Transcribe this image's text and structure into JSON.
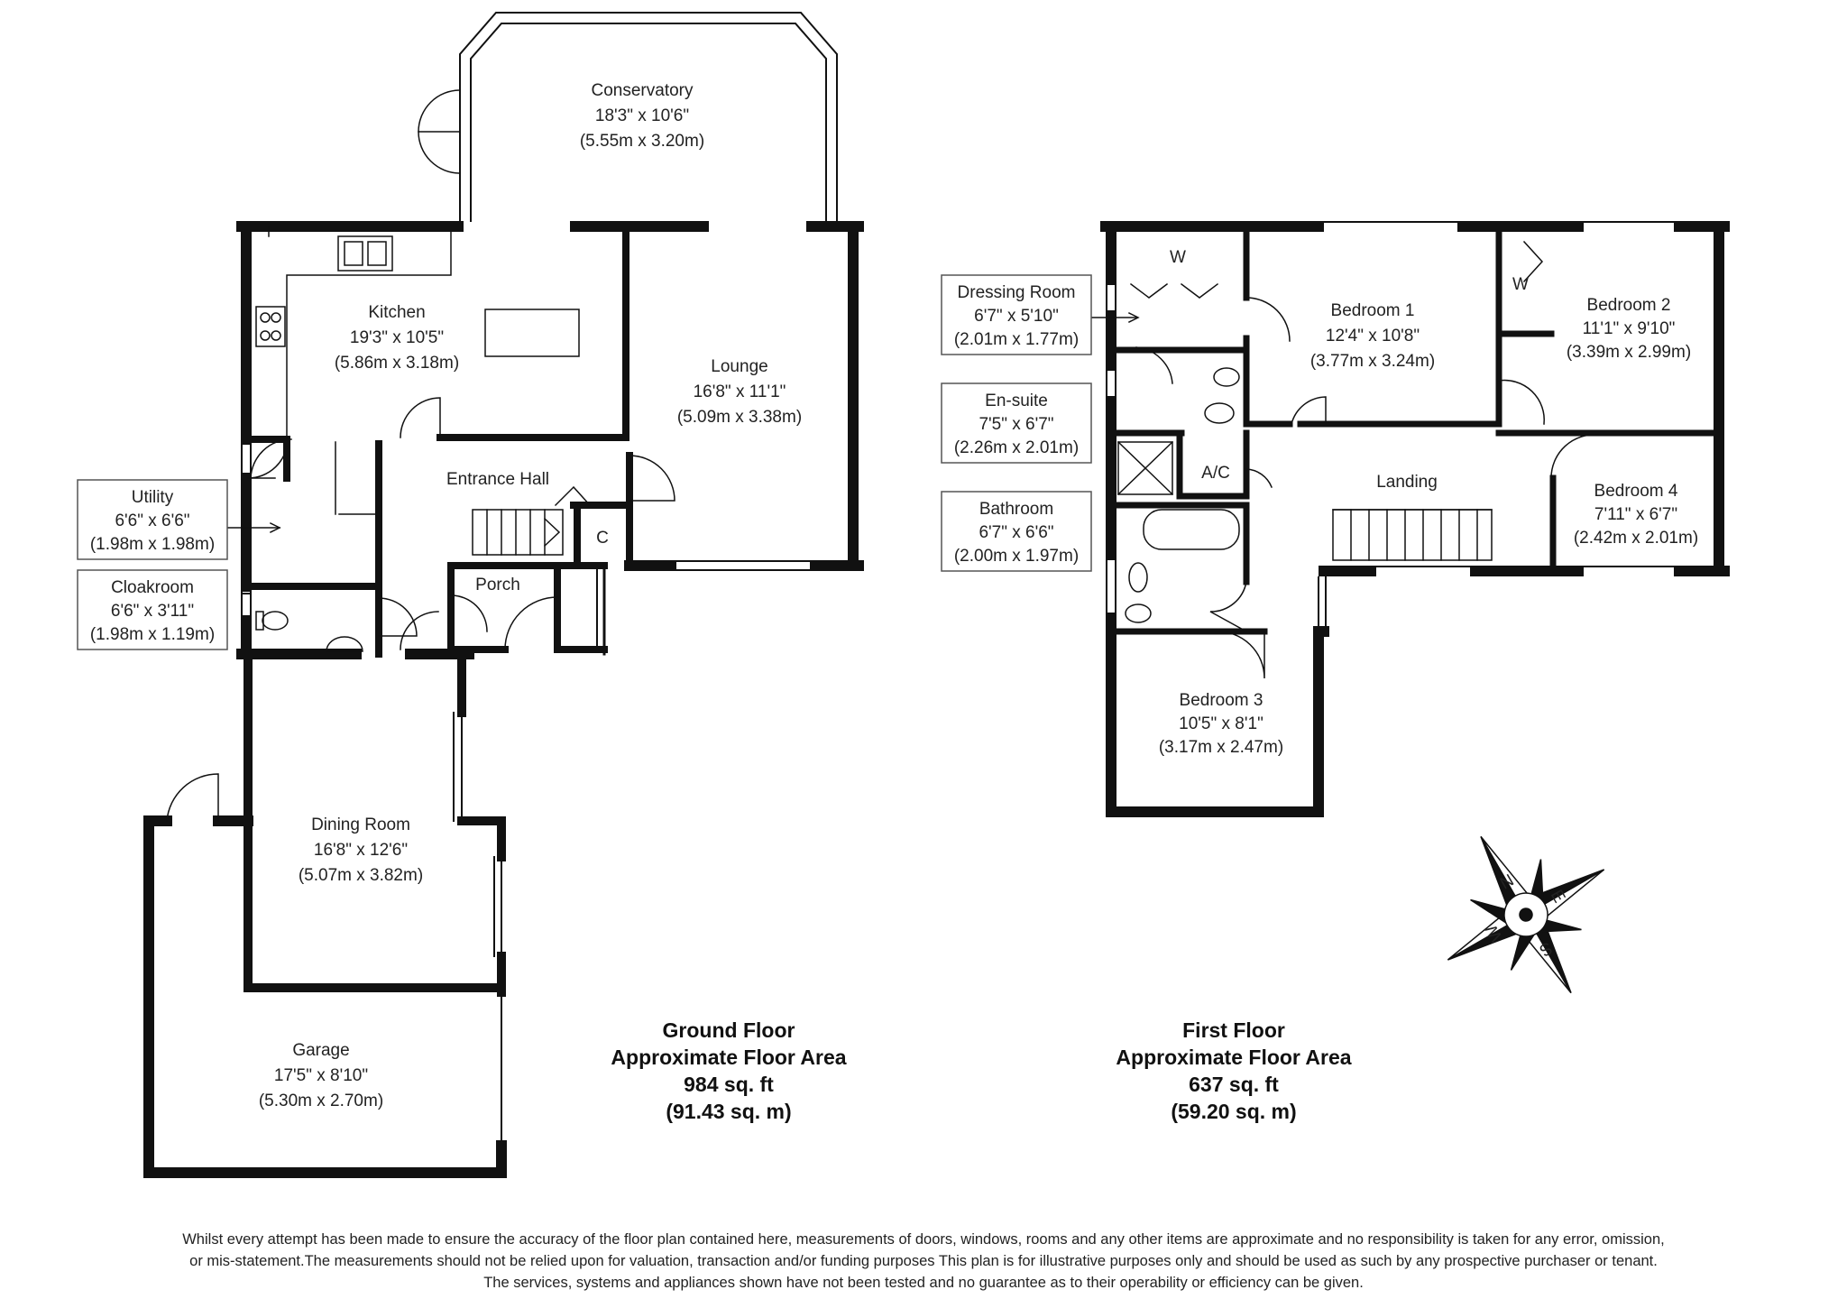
{
  "ground_floor": {
    "rooms": {
      "conservatory": {
        "name": "Conservatory",
        "imperial": "18'3\" x 10'6\"",
        "metric": "(5.55m x 3.20m)"
      },
      "kitchen": {
        "name": "Kitchen",
        "imperial": "19'3\" x 10'5\"",
        "metric": "(5.86m x 3.18m)"
      },
      "lounge": {
        "name": "Lounge",
        "imperial": "16'8\" x 11'1\"",
        "metric": "(5.09m x 3.38m)"
      },
      "entrance_hall": {
        "name": "Entrance Hall"
      },
      "cupboard": {
        "name": "C"
      },
      "porch": {
        "name": "Porch"
      },
      "utility": {
        "name": "Utility",
        "imperial": "6'6\" x 6'6\"",
        "metric": "(1.98m x 1.98m)"
      },
      "cloakroom": {
        "name": "Cloakroom",
        "imperial": "6'6\" x 3'11\"",
        "metric": "(1.98m x 1.19m)"
      },
      "dining_room": {
        "name": "Dining Room",
        "imperial": "16'8\" x 12'6\"",
        "metric": "(5.07m x 3.82m)"
      },
      "garage": {
        "name": "Garage",
        "imperial": "17'5\" x 8'10\"",
        "metric": "(5.30m x 2.70m)"
      }
    },
    "area": {
      "title": "Ground Floor",
      "subtitle": "Approximate Floor Area",
      "sqft": "984 sq. ft",
      "sqm": "(91.43 sq. m)"
    }
  },
  "first_floor": {
    "rooms": {
      "wardrobe_1": {
        "name": "W"
      },
      "wardrobe_2": {
        "name": "W"
      },
      "dressing_room": {
        "name": "Dressing Room",
        "imperial": "6'7\" x 5'10\"",
        "metric": "(2.01m x 1.77m)"
      },
      "ensuite": {
        "name": "En-suite",
        "imperial": "7'5\" x 6'7\"",
        "metric": "(2.26m x 2.01m)"
      },
      "bathroom": {
        "name": "Bathroom",
        "imperial": "6'7\" x 6'6\"",
        "metric": "(2.00m x 1.97m)"
      },
      "bedroom1": {
        "name": "Bedroom 1",
        "imperial": "12'4\" x 10'8\"",
        "metric": "(3.77m x 3.24m)"
      },
      "bedroom2": {
        "name": "Bedroom 2",
        "imperial": "11'1\" x 9'10\"",
        "metric": "(3.39m x 2.99m)"
      },
      "bedroom3": {
        "name": "Bedroom 3",
        "imperial": "10'5\" x 8'1\"",
        "metric": "(3.17m x 2.47m)"
      },
      "bedroom4": {
        "name": "Bedroom 4",
        "imperial": "7'11\" x 6'7\"",
        "metric": "(2.42m x 2.01m)"
      },
      "airing_cupboard": {
        "name": "A/C"
      },
      "landing": {
        "name": "Landing"
      }
    },
    "area": {
      "title": "First Floor",
      "subtitle": "Approximate Floor Area",
      "sqft": "637 sq. ft",
      "sqm": "(59.20 sq. m)"
    }
  },
  "compass": {
    "n": "N",
    "e": "E",
    "s": "S",
    "w": "W"
  },
  "disclaimer": [
    "Whilst every attempt has been made to ensure the accuracy of the floor plan contained here, measurements of doors, windows, rooms and any other items are approximate and no responsibility is taken for any error, omission,",
    "or mis-statement.The measurements should not be relied upon for valuation, transaction and/or funding purposes This plan is for illustrative purposes only and should be used as such by any prospective purchaser or tenant.",
    "The services, systems and appliances shown have not been tested and no guarantee as to their operability or efficiency can be given."
  ],
  "colors": {
    "wall": "#111111",
    "line": "#333333",
    "box": "#555555"
  }
}
